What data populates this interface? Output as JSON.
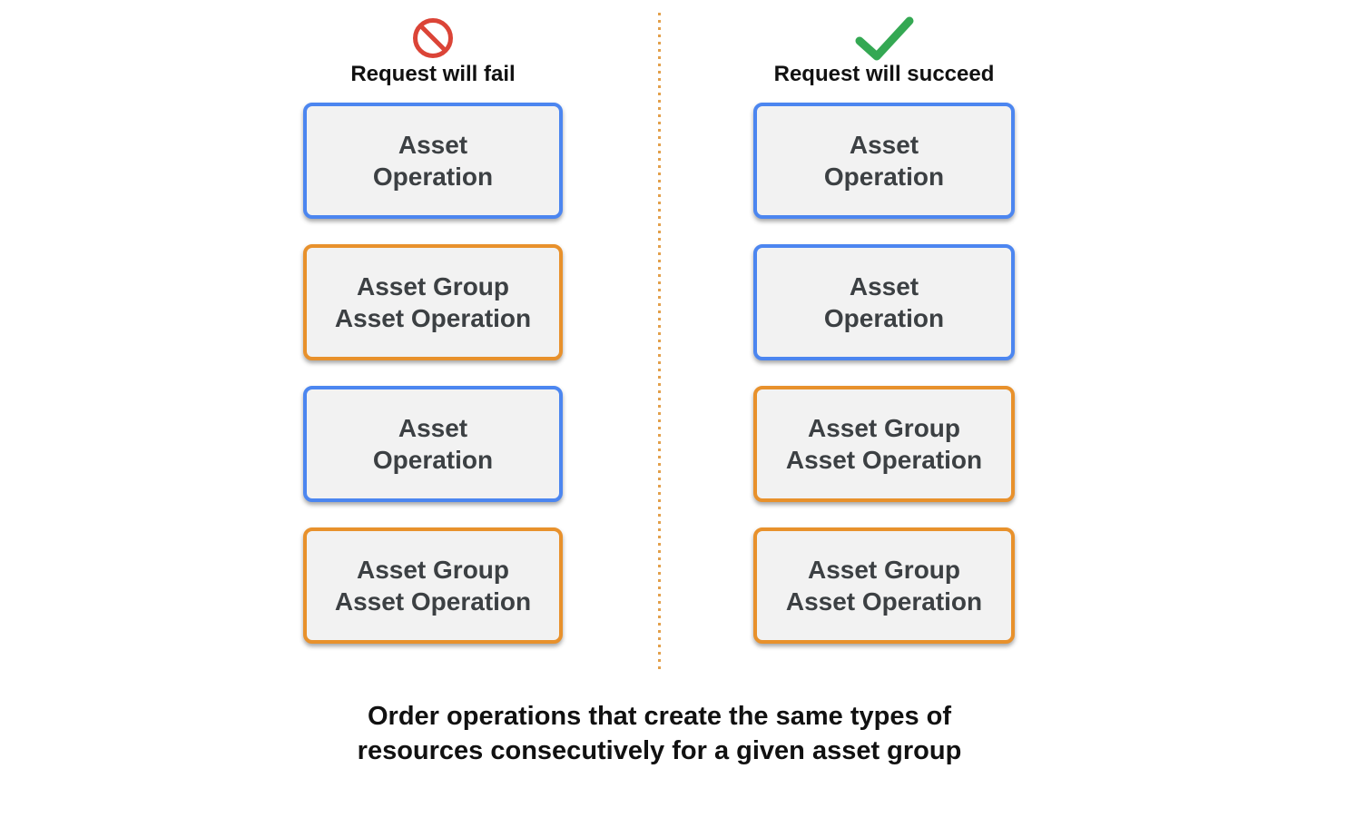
{
  "diagram": {
    "fail_column": {
      "title": "Request will fail",
      "icon": "prohibition-icon",
      "boxes": [
        {
          "kind": "asset-operation",
          "label": "Asset\nOperation"
        },
        {
          "kind": "asset-group-asset-operation",
          "label": "Asset Group\nAsset Operation"
        },
        {
          "kind": "asset-operation",
          "label": "Asset\nOperation"
        },
        {
          "kind": "asset-group-asset-operation",
          "label": "Asset Group\nAsset Operation"
        }
      ]
    },
    "succeed_column": {
      "title": "Request will succeed",
      "icon": "checkmark-icon",
      "boxes": [
        {
          "kind": "asset-operation",
          "label": "Asset\nOperation"
        },
        {
          "kind": "asset-operation",
          "label": "Asset\nOperation"
        },
        {
          "kind": "asset-group-asset-operation",
          "label": "Asset Group\nAsset Operation"
        },
        {
          "kind": "asset-group-asset-operation",
          "label": "Asset Group\nAsset Operation"
        }
      ]
    },
    "caption": "Order operations that create the same types of\nresources consecutively for a given asset group",
    "colors": {
      "asset_operation_border": "#4c86f0",
      "asset_group_asset_operation_border": "#e8912c",
      "fail_icon_red": "#db4437",
      "success_icon_green": "#34a853",
      "divider_dot_orange": "#e3a04b",
      "box_background": "#f2f2f2",
      "box_text": "#3c4043",
      "heading_text": "#111111"
    }
  }
}
